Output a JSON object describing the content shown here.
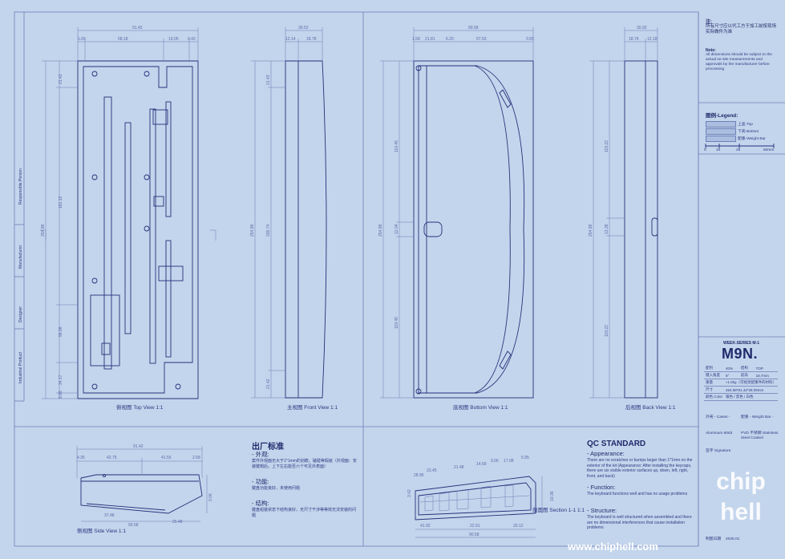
{
  "views": {
    "top": {
      "title": "俯视图 Top View 1:1",
      "dims": [
        "91.42",
        "1.65",
        "58.18",
        "19.05",
        "0.42",
        "21.43",
        "161.12",
        "254.98",
        "58.98",
        "34.17",
        "5.99"
      ]
    },
    "front": {
      "title": "主视图 Front View 1:1",
      "dims": [
        "30.52",
        "12.14",
        "18.78",
        "21.43",
        "254.98",
        "205.74",
        "21.42"
      ]
    },
    "bottom": {
      "title": "底视图 Bottom View 1:1",
      "dims": [
        "90.58",
        "1.58",
        "21.81",
        "6.20",
        "57.53",
        "3.55",
        "254.98",
        "119.45",
        "12.04",
        "119.45"
      ]
    },
    "back": {
      "title": "后视图 Back View 1:1",
      "dims": [
        "30.92",
        "18.74",
        "12.18",
        "254.98",
        "119.22",
        "13.38",
        "119.22"
      ]
    },
    "side": {
      "title": "侧视图 Side View 1:1",
      "dims": [
        "91.42",
        "4.35",
        "42.75",
        "41.55",
        "2.58",
        "37.48",
        "25.48",
        "90.58",
        "0.06"
      ]
    },
    "section": {
      "title": "剖面图 Section 1-1 1:1",
      "dims": [
        "23.45",
        "21.48",
        "14.69",
        "9.06",
        "17.08",
        "5.95",
        "28.95",
        "3.42",
        "41.92",
        "22.91",
        "20.12",
        "90.58",
        "10.36"
      ]
    }
  },
  "side_labels": [
    "Responsible Person",
    "Manufacturer",
    "Designer",
    "Industrial Product"
  ],
  "note": {
    "title": "注:",
    "cn": "所有尺寸应以代工方于加工前按现场实际做件为准",
    "en_title": "Note:",
    "en": "All dimensions should be subject to the actual on-site measurements and approvals by the manufacturer before processing"
  },
  "legend": {
    "title": "图例-Legend:",
    "items": [
      "上盖-Top",
      "下壳-Bottom",
      "配重-Weight Bar"
    ],
    "scale": [
      "0",
      "10",
      "25",
      "50mm"
    ]
  },
  "std_cn": {
    "title": "出厂标准",
    "s1_t": "- 外观:",
    "s1": "案件外观面无大于1*1mm的划痕、磕碰等瑕疵（外观面：安装键帽后，上下左右能否六个可见外表面）",
    "s2_t": "- 功能:",
    "s2": "键盘功能良好，未使用问题",
    "s3_t": "- 结构:",
    "s3": "键盘组装状态下结构良好，无尺寸干涉等等效无法安装的问题"
  },
  "std_en": {
    "title": "QC STANDARD",
    "s1_t": "- Appearance:",
    "s1": "There are no scratches or bumps larger than 1*1mm on the exterior of the kit (Appearance: After installing the keycaps, there are six visible exterior surfaces up, down, left, right, front, and back)",
    "s2_t": "- Function:",
    "s2": "The keyboard functions well and has no usage problems",
    "s3_t": "- Structure:",
    "s3": "The keyboard is well structured when assembled and there are no dimensional interferences that cause installation problems"
  },
  "title_block": {
    "series": "WEEK-SERIES M-1",
    "model": "M9N.",
    "specs": [
      [
        "配列",
        "40%",
        "结构",
        "TOP"
      ],
      [
        "键入角度",
        "8°",
        "前高",
        "18.7mm"
      ],
      [
        "重量",
        "≈1.5kg（可视觉配重件的材料）",
        "",
        ""
      ],
      [
        "尺寸",
        "254.98*91.42*28.09mm",
        "",
        ""
      ],
      [
        "颜色 Color",
        "银色 / 黑色 / 白色",
        "",
        ""
      ]
    ],
    "cases_label": "外壳 - Cases -",
    "cases": "Aluminum 6063",
    "weight_label": "配重 - Weight Bar -",
    "weight": "PVD 不锈钢 Stainless Steel Coated",
    "sign_label": "签字 Signature",
    "date_label": "制图日期",
    "date": "2025.01"
  },
  "watermark": "www.chiphell.com",
  "logo": "chip hell"
}
